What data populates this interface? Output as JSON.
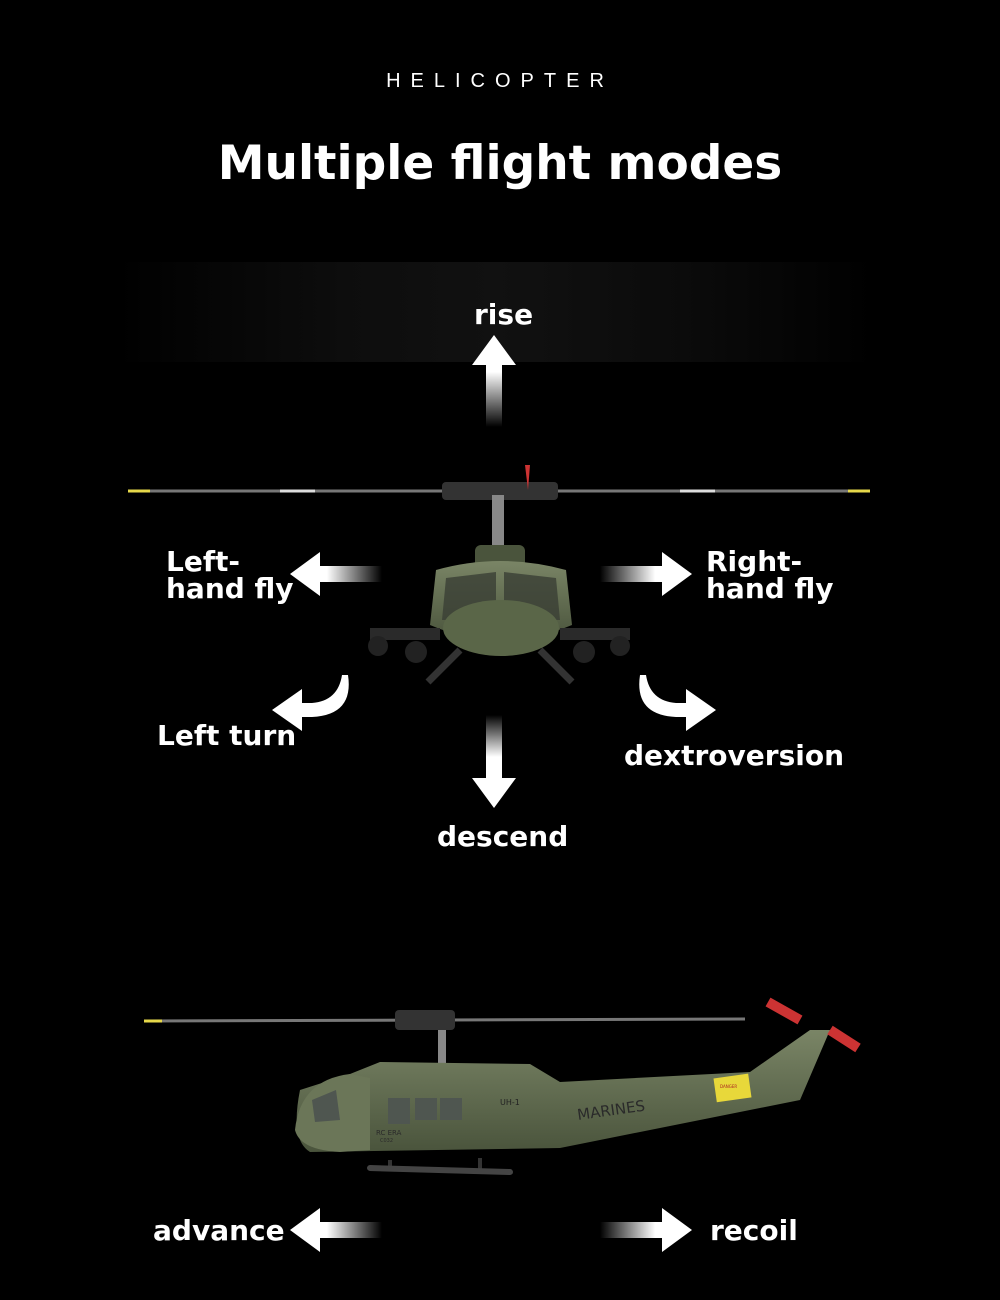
{
  "header": {
    "kicker": "HELICOPTER",
    "title": "Multiple flight modes"
  },
  "modes": {
    "rise": "rise",
    "left_hand_fly": [
      "Left-",
      "hand fly"
    ],
    "right_hand_fly": [
      "Right-",
      "hand fly"
    ],
    "left_turn": "Left turn",
    "dextroversion": "dextroversion",
    "descend": "descend",
    "advance": "advance",
    "recoil": "recoil"
  },
  "livery": {
    "model": "UH-1",
    "branch": "MARINES",
    "brand": "RC ERA",
    "code": "C032",
    "warning": "DANGER"
  },
  "colors": {
    "body": "#5e6a4e",
    "background": "#000000",
    "accent": "#ffffff"
  }
}
